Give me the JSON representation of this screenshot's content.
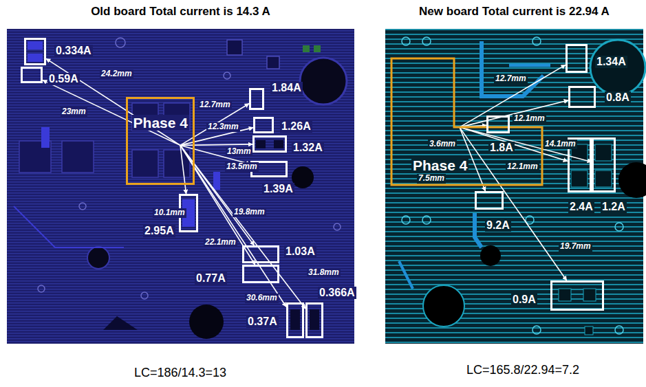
{
  "diagram": {
    "nodes": [
      {
        "text": [
          "Old board Total current is 14.3 A"
        ]
      },
      {
        "text": [
          "Phase 4"
        ],
        "in": 0
      },
      {
        "text": [
          "0.334A"
        ],
        "in": 0
      },
      {
        "text": [
          "0.59A"
        ],
        "in": 0
      },
      {
        "text": [
          "1.84A"
        ],
        "in": 0
      },
      {
        "text": [
          "1.26A"
        ],
        "in": 0
      },
      {
        "text": [
          "1.32A"
        ],
        "in": 0
      },
      {
        "text": [
          "1.39A"
        ],
        "in": 0
      },
      {
        "text": [
          "2.95A"
        ],
        "in": 0
      },
      {
        "text": [
          "1.03A"
        ],
        "in": 0
      },
      {
        "text": [
          "0.77A"
        ],
        "in": 0
      },
      {
        "text": [
          "0.366A"
        ],
        "in": 0
      },
      {
        "text": [
          "0.37A"
        ],
        "in": 0
      },
      {
        "text": [
          "New board Total current is 22.94 A"
        ]
      },
      {
        "text": [
          "Phase 4"
        ],
        "in": 13
      },
      {
        "text": [
          "1.34A"
        ],
        "in": 13
      },
      {
        "text": [
          "0.8A"
        ],
        "in": 13
      },
      {
        "text": [
          "1.8A"
        ],
        "in": 13
      },
      {
        "text": [
          "2.4A"
        ],
        "in": 13
      },
      {
        "text": [
          "1.2A"
        ],
        "in": 13
      },
      {
        "text": [
          "9.2A"
        ],
        "in": 13
      },
      {
        "text": [
          "0.9A"
        ],
        "in": 13
      }
    ],
    "edges": [
      {
        "from": 1,
        "to": 2,
        "label": "24.2mm",
        "arrow": "to"
      },
      {
        "from": 1,
        "to": 3,
        "label": "23mm",
        "arrow": "to"
      },
      {
        "from": 1,
        "to": 4,
        "label": "12.7mm",
        "arrow": "to"
      },
      {
        "from": 1,
        "to": 5,
        "label": "12.3mm",
        "arrow": "to"
      },
      {
        "from": 1,
        "to": 6,
        "label": "13mm",
        "arrow": "to"
      },
      {
        "from": 1,
        "to": 7,
        "label": "13.5mm",
        "arrow": "to"
      },
      {
        "from": 1,
        "to": 8,
        "label": "10.1mm",
        "arrow": "to"
      },
      {
        "from": 1,
        "to": 9,
        "label": "19.8mm",
        "arrow": "to"
      },
      {
        "from": 1,
        "to": 10,
        "label": "22.1mm",
        "arrow": "to"
      },
      {
        "from": 1,
        "to": 11,
        "label": "31.8mm",
        "arrow": "to"
      },
      {
        "from": 1,
        "to": 12,
        "label": "30.6mm",
        "arrow": "to"
      },
      {
        "from": 14,
        "to": 15,
        "label": "12.7mm",
        "arrow": "to"
      },
      {
        "from": 14,
        "to": 16,
        "label": "12.1mm",
        "arrow": "to"
      },
      {
        "from": 14,
        "to": 17,
        "label": "3.6mm",
        "arrow": "to"
      },
      {
        "from": 14,
        "to": 18,
        "label": "12.1mm",
        "arrow": "to"
      },
      {
        "from": 14,
        "to": 19,
        "label": "14.1mm",
        "arrow": "to"
      },
      {
        "from": 14,
        "to": 20,
        "label": "7.5mm",
        "arrow": "to"
      },
      {
        "from": 14,
        "to": 21,
        "label": "19.7mm",
        "arrow": "to"
      }
    ],
    "labels": [
      "LC=186/14.3=13",
      "LC=165.8/22.94=7.2"
    ]
  }
}
